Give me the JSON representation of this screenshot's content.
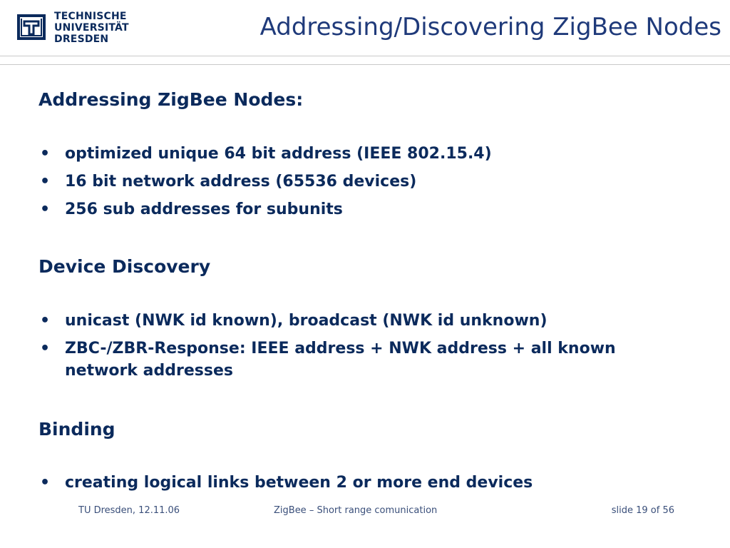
{
  "header": {
    "logo": {
      "line1": "TECHNISCHE",
      "line2": "UNIVERSITÄT",
      "line3": "DRESDEN"
    },
    "title": "Addressing/Discovering ZigBee Nodes"
  },
  "sections": [
    {
      "heading": "Addressing ZigBee Nodes:",
      "bullets": [
        "optimized unique 64 bit address (IEEE 802.15.4)",
        "16 bit network address (65536 devices)",
        "256 sub addresses for subunits"
      ]
    },
    {
      "heading": "Device Discovery",
      "bullets": [
        "unicast (NWK id known), broadcast (NWK id unknown)",
        "ZBC-/ZBR-Response: IEEE address + NWK address + all known network addresses"
      ]
    },
    {
      "heading": "Binding",
      "bullets": [
        "creating logical links between 2 or more end devices"
      ]
    }
  ],
  "footer": {
    "left": "TU Dresden, 12.11.06",
    "center": "ZigBee – Short range comunication",
    "right": "slide 19 of 56"
  },
  "colors": {
    "text": "#0b2a5c",
    "title": "#1f3a7a",
    "rule": "#c9c9c9"
  }
}
